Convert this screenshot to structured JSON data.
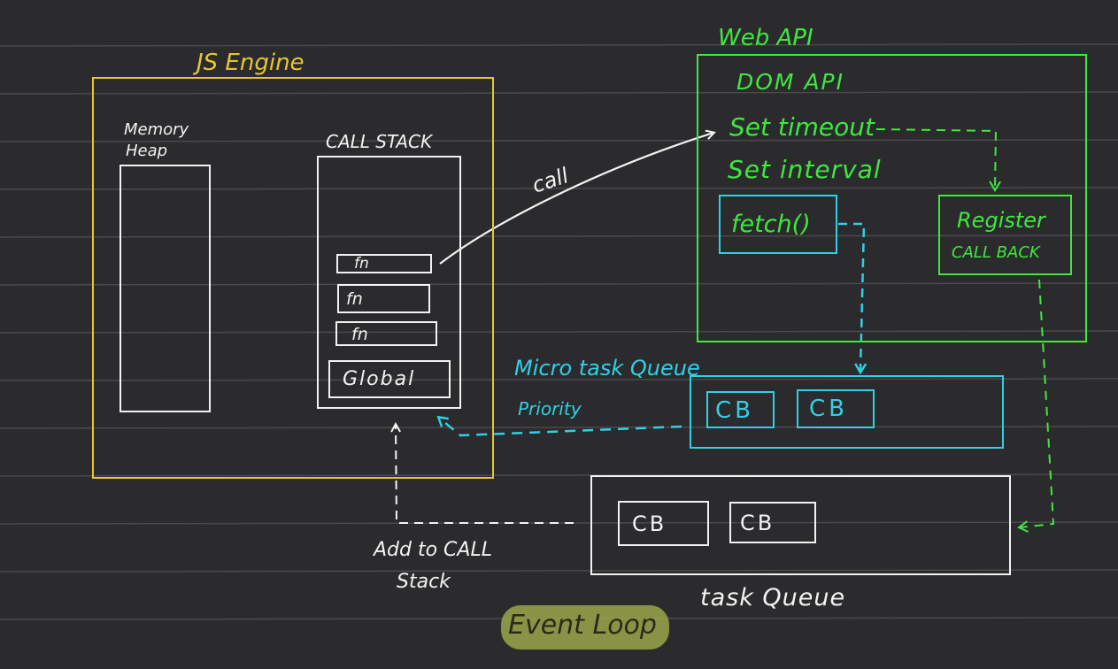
{
  "colors": {
    "background": "#2b2b2d",
    "rule_lines": "#4a4a4d",
    "js_engine": "#e6c531",
    "web_api": "#3ee83e",
    "microtask": "#2fd0e6",
    "white": "#f2f2f2",
    "event_loop_highlight": "#9aa64a"
  },
  "js_engine": {
    "title": "JS Engine",
    "memory_heap_label_1": "Memory",
    "memory_heap_label_2": "Heap",
    "call_stack_label": "CALL STACK",
    "frames": [
      "fn",
      "fn",
      "fn",
      "Global"
    ]
  },
  "web_api": {
    "title": "Web API",
    "items": [
      "DOM API",
      "Set timeout",
      "Set interval"
    ],
    "fetch_label": "fetch()",
    "register_line_1": "Register",
    "register_line_2": "CALL BACK"
  },
  "microtask_queue": {
    "label": "Micro task Queue",
    "priority_label": "Priority",
    "items": [
      "CB",
      "CB"
    ]
  },
  "task_queue": {
    "label": "task Queue",
    "items": [
      "CB",
      "CB"
    ]
  },
  "arrows": {
    "call_label": "call",
    "add_to_call_stack_1": "Add to CALL",
    "add_to_call_stack_2": "Stack"
  },
  "event_loop": {
    "label": "Event Loop"
  }
}
